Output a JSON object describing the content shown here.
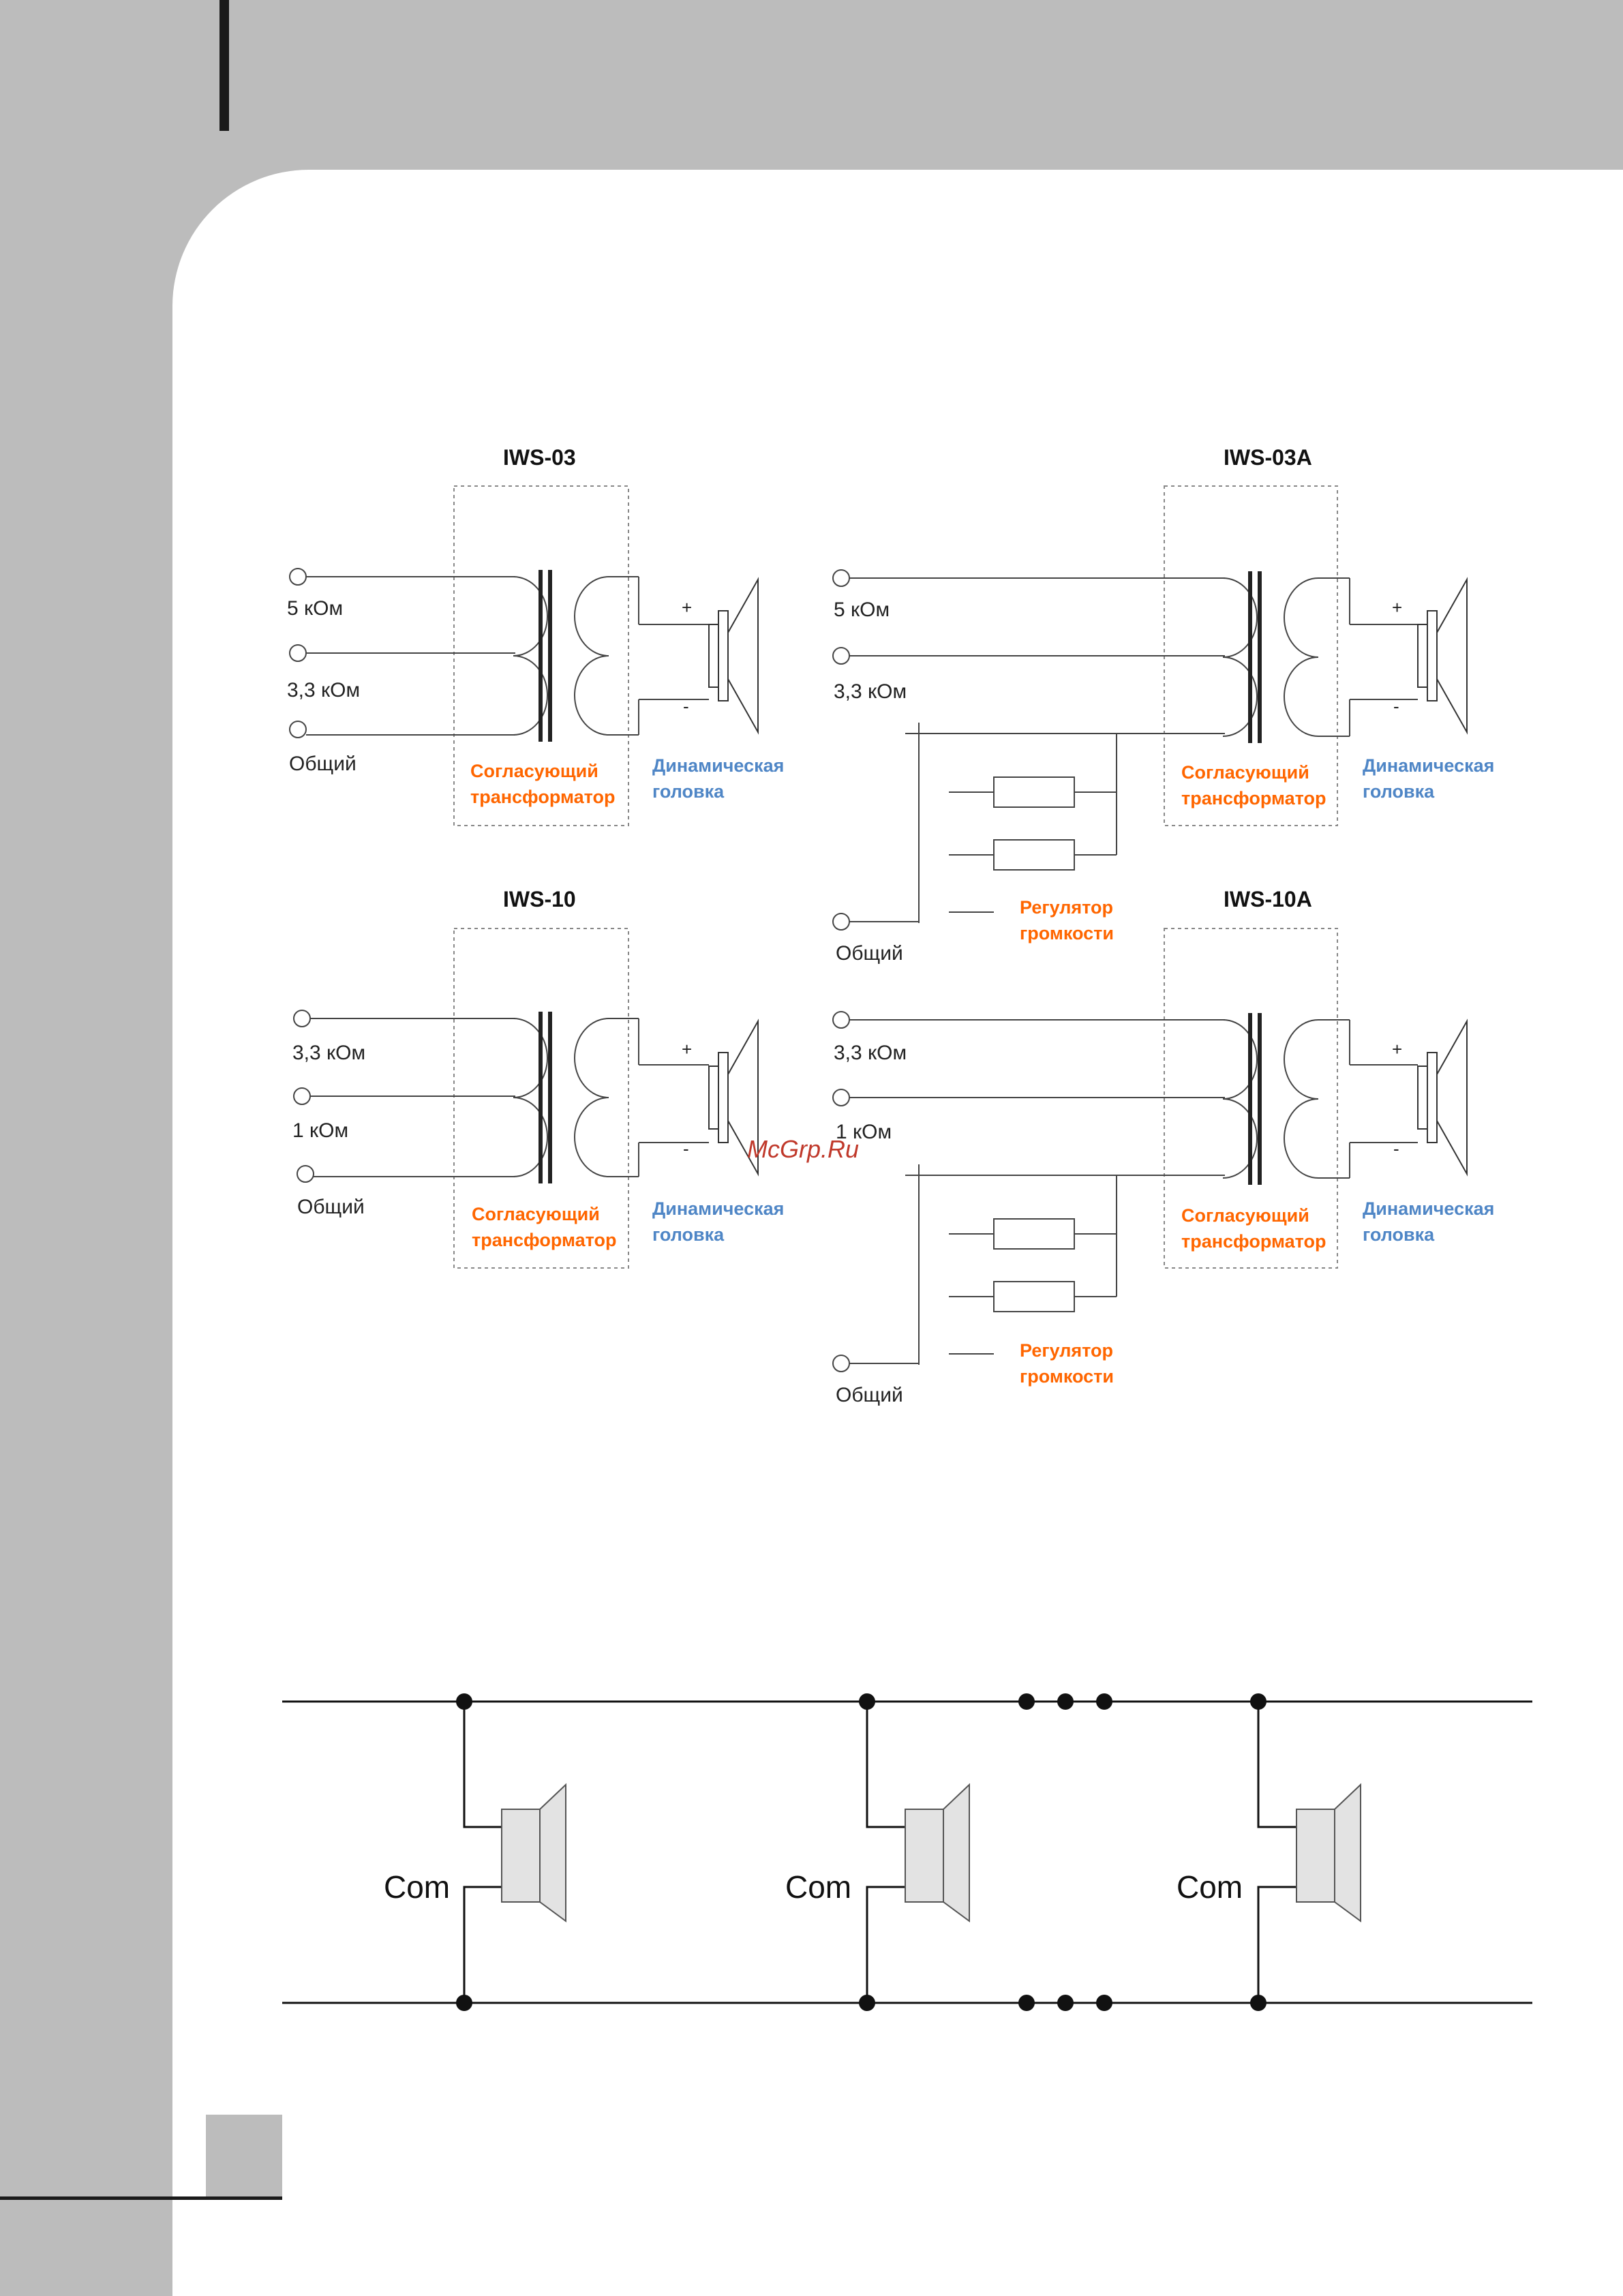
{
  "colors": {
    "orange": "#ff6600",
    "blue": "#4f86c6",
    "watermark": "#c0392b"
  },
  "watermark": "McGrp.Ru",
  "schematics": {
    "iws03": {
      "title": "IWS-03",
      "tap1": "5 кОм",
      "tap2": "3,3 кОм",
      "common": "Общий",
      "transformer_line1": "Согласующий",
      "transformer_line2": "трансформатор",
      "driver_line1": "Динамическая",
      "driver_line2": "головка",
      "plus": "+",
      "minus": "-"
    },
    "iws03a": {
      "title": "IWS-03A",
      "tap1": "5 кОм",
      "tap2": "3,3 кОм",
      "common": "Общий",
      "transformer_line1": "Согласующий",
      "transformer_line2": "трансформатор",
      "driver_line1": "Динамическая",
      "driver_line2": "головка",
      "regulator_line1": "Регулятор",
      "regulator_line2": "громкости",
      "plus": "+",
      "minus": "-"
    },
    "iws10": {
      "title": "IWS-10",
      "tap1": "3,3 кОм",
      "tap2": "1 кОм",
      "common": "Общий",
      "transformer_line1": "Согласующий",
      "transformer_line2": "трансформатор",
      "driver_line1": "Динамическая",
      "driver_line2": "головка",
      "plus": "+",
      "minus": "-"
    },
    "iws10a": {
      "title": "IWS-10A",
      "tap1": "3,3 кОм",
      "tap2": "1 кОм",
      "common": "Общий",
      "transformer_line1": "Согласующий",
      "transformer_line2": "трансформатор",
      "driver_line1": "Динамическая",
      "driver_line2": "головка",
      "regulator_line1": "Регулятор",
      "regulator_line2": "громкости",
      "plus": "+",
      "minus": "-"
    }
  },
  "bus_diagram": {
    "speakers": [
      {
        "label": "Com"
      },
      {
        "label": "Com"
      },
      {
        "label": "Com"
      }
    ]
  }
}
